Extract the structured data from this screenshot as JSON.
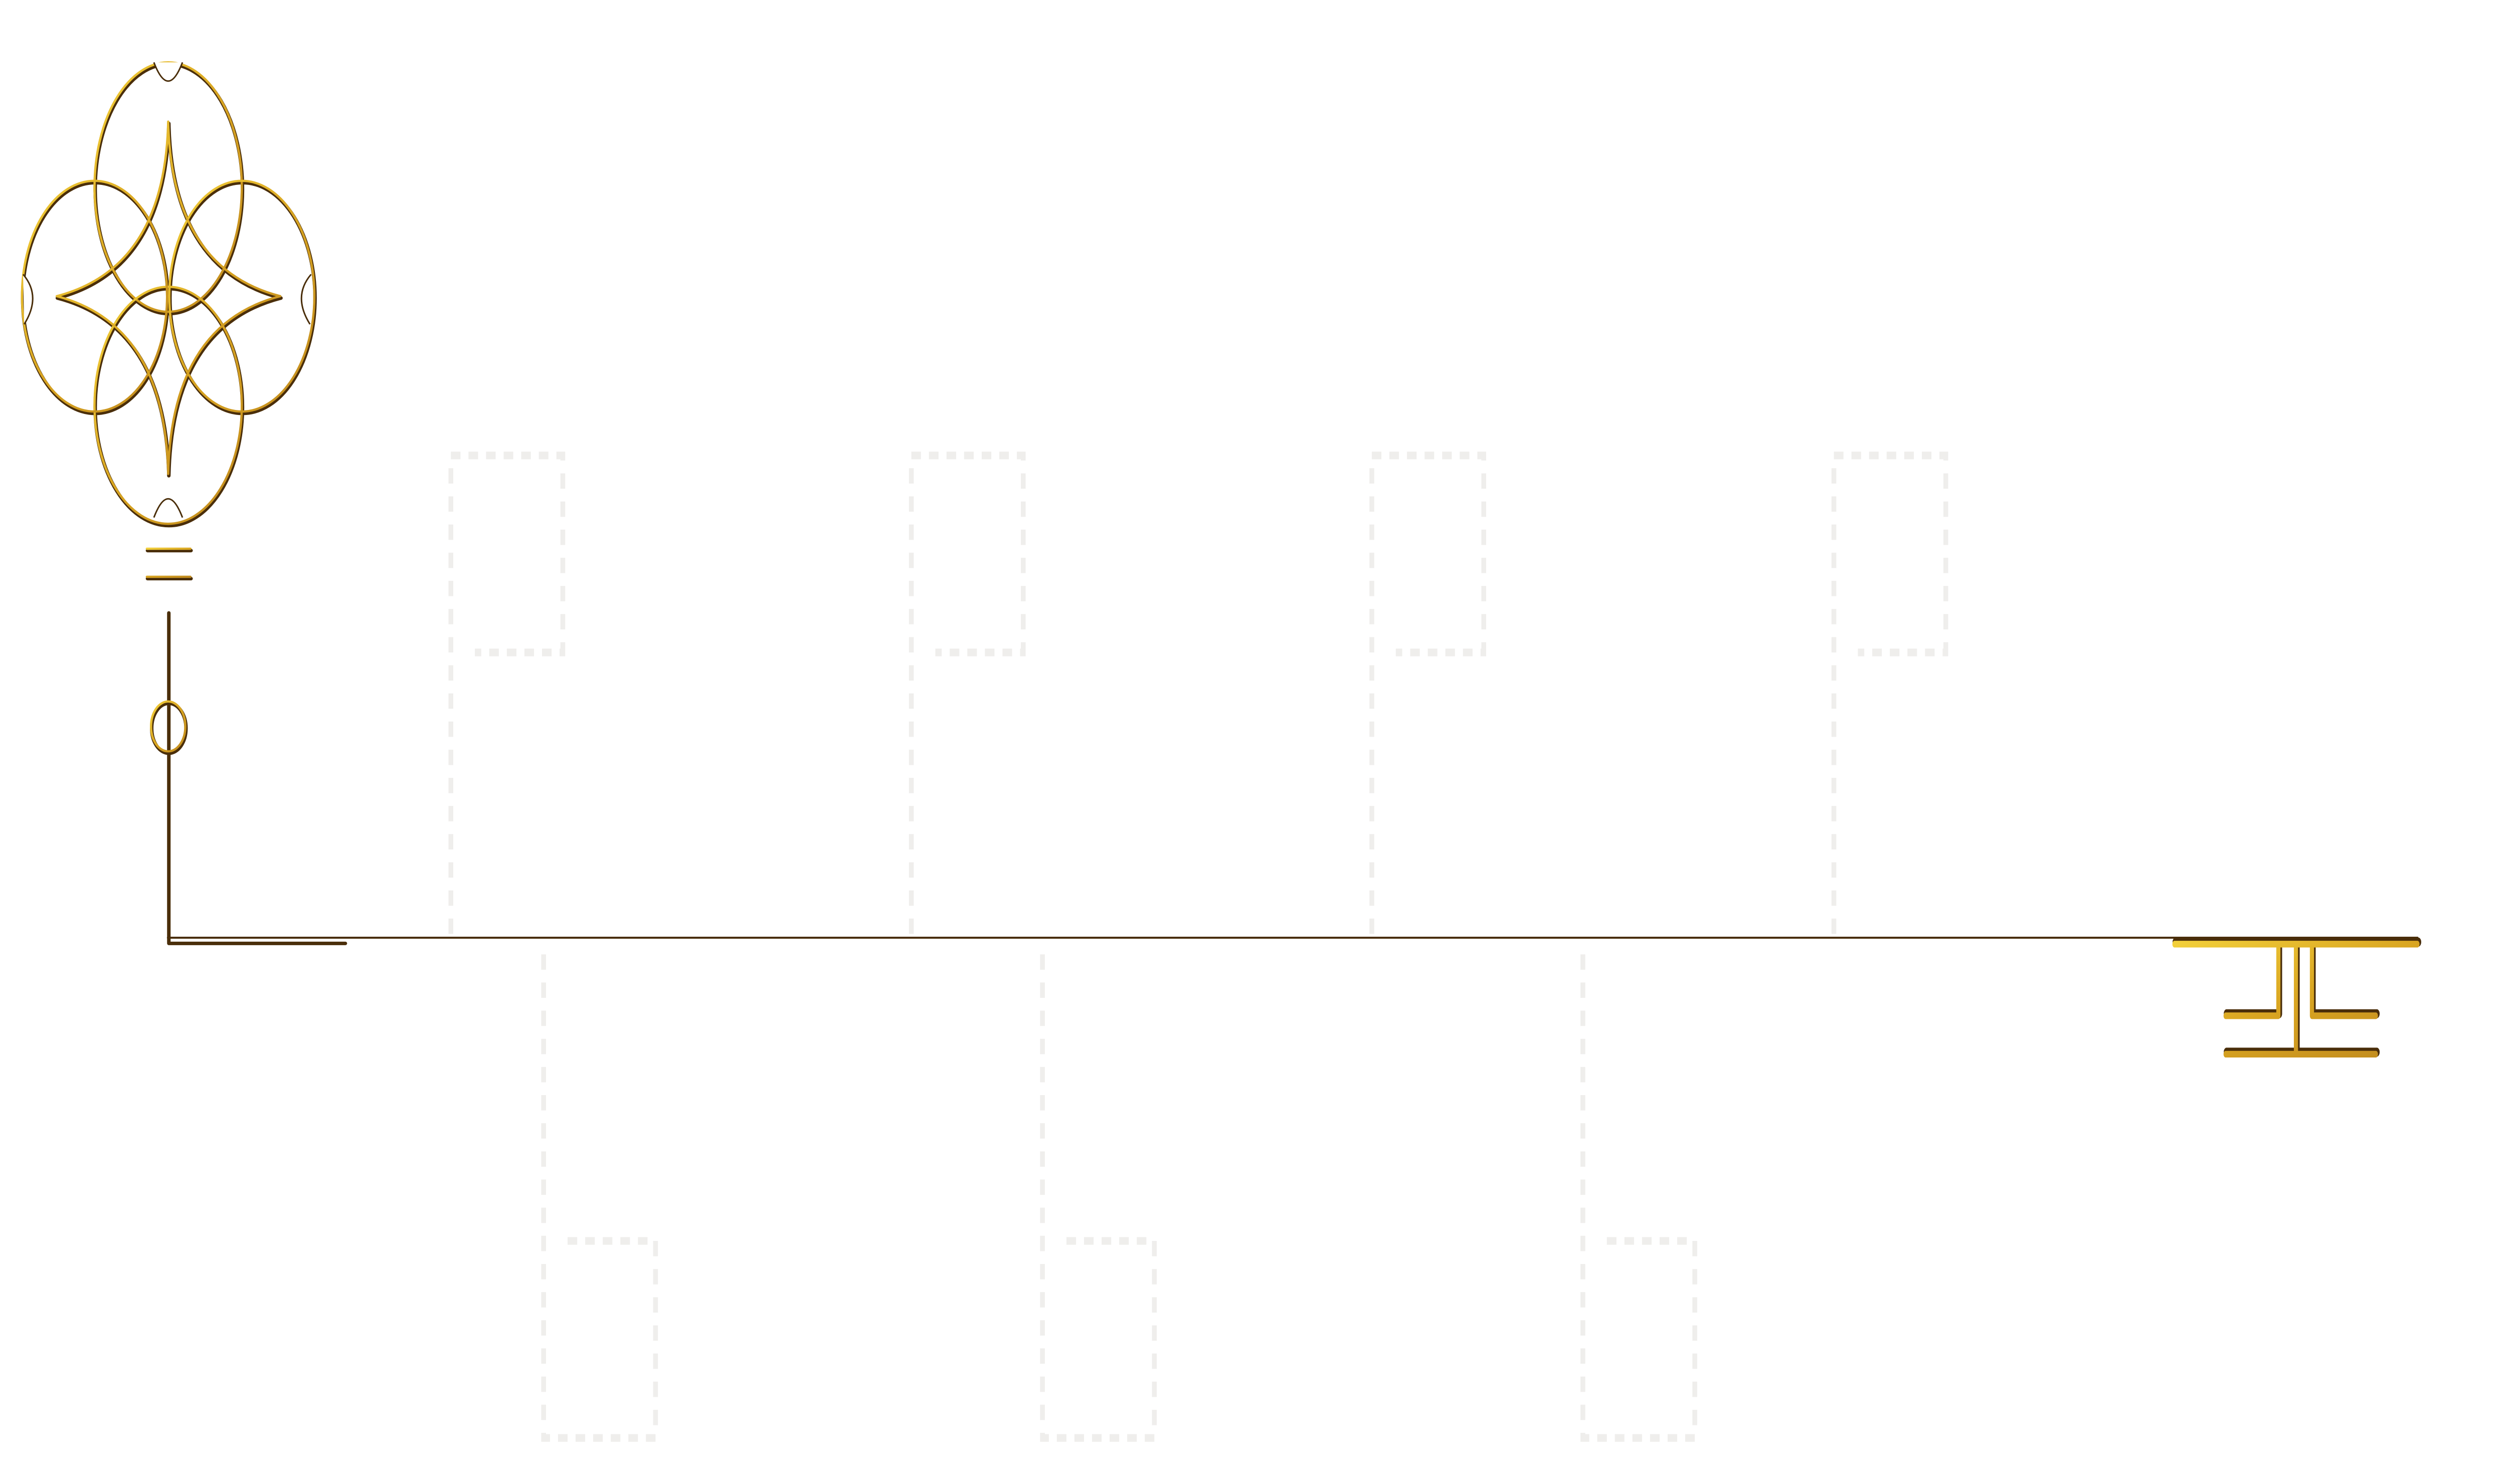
{
  "colors": {
    "gold_light": "#f2cf3a",
    "gold_mid": "#d9a521",
    "gold_dark": "#a8741a",
    "shadow": "#4a2e0a",
    "placeholder_dash": "#efeeec",
    "background": "#ffffff"
  },
  "ornaments": {
    "start": "rosette-key-ornament",
    "end": "fret-end-ornament"
  },
  "timeline": {
    "slots_above": 4,
    "slots_below": 3
  }
}
